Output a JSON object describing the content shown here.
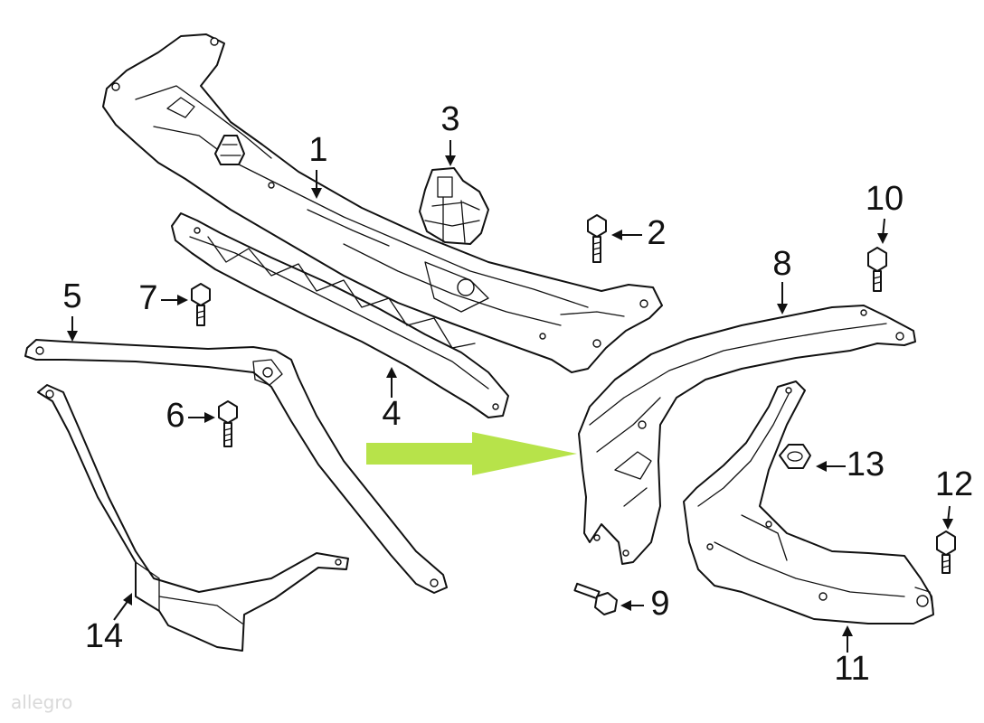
{
  "callouts": {
    "c1": "1",
    "c2": "2",
    "c3": "3",
    "c4": "4",
    "c5": "5",
    "c6": "6",
    "c7": "7",
    "c8": "8",
    "c9": "9",
    "c10": "10",
    "c11": "11",
    "c12": "12",
    "c13": "13",
    "c14": "14"
  },
  "highlight_arrow_color": "#b7e34a",
  "line_color": "#111111",
  "watermark": "allegro"
}
